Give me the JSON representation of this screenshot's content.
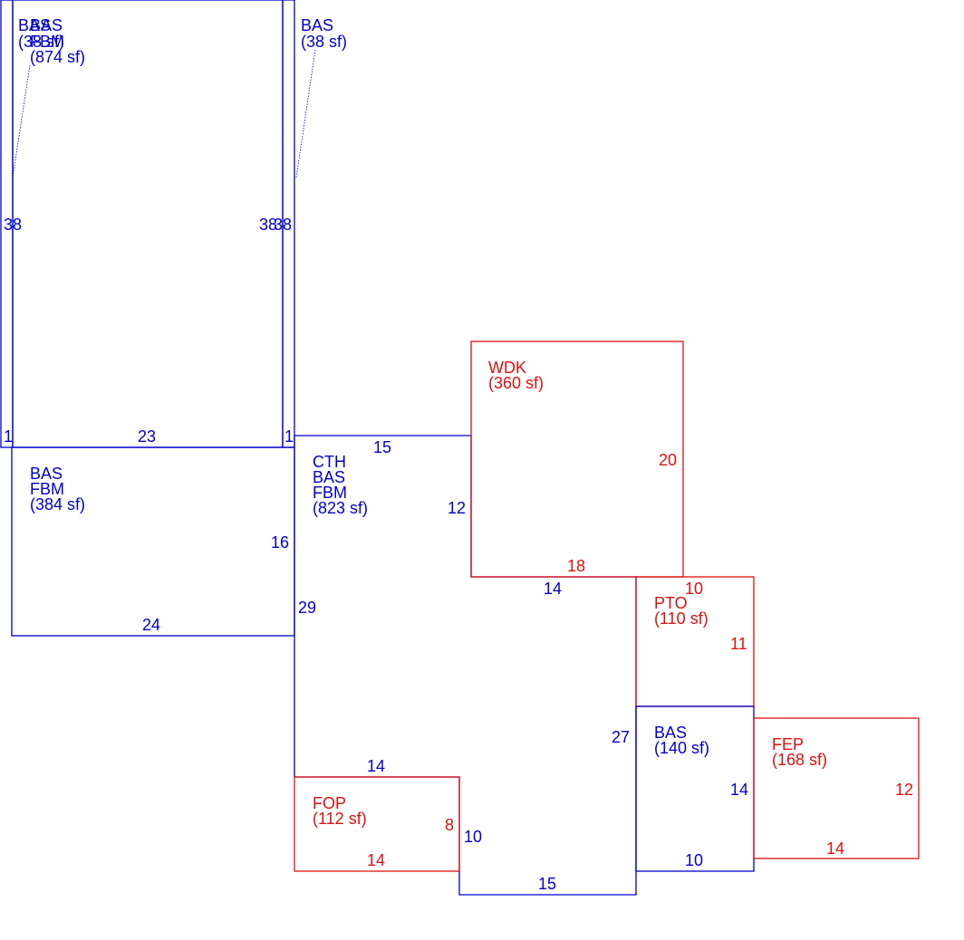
{
  "colors": {
    "living": "#0000cc",
    "exterior": "#e01010"
  },
  "areas": {
    "bas_fbm_874": {
      "code1": "BAS",
      "code2": "FBM",
      "area": "(874 sf)"
    },
    "bas_38_left": {
      "code": "BAS",
      "area": "(38 sf)"
    },
    "bas_38_right": {
      "code": "BAS",
      "area": "(38 sf)"
    },
    "bas_fbm_384": {
      "code1": "BAS",
      "code2": "FBM",
      "area": "(384 sf)"
    },
    "cth_bas_fbm_823": {
      "code1": "CTH",
      "code2": "BAS",
      "code3": "FBM",
      "area": "(823 sf)"
    },
    "wdk": {
      "code": "WDK",
      "area": "(360 sf)"
    },
    "pto": {
      "code": "PTO",
      "area": "(110 sf)"
    },
    "bas_140": {
      "code": "BAS",
      "area": "(140 sf)"
    },
    "fep": {
      "code": "FEP",
      "area": "(168 sf)"
    },
    "fop": {
      "code": "FOP",
      "area": "(112 sf)"
    }
  },
  "dimensions": {
    "d38_left": "38",
    "d38_mid": "38",
    "d38_right": "38",
    "d1_left": "1",
    "d23": "23",
    "d1_right": "1",
    "d15_top": "15",
    "d12": "12",
    "d16": "16",
    "d24": "24",
    "d29": "29",
    "d20": "20",
    "d18": "18",
    "d14_wdk": "14",
    "d10_pto": "10",
    "d11": "11",
    "d27": "27",
    "d14_bas": "14",
    "d10_bas": "10",
    "d12_fep": "12",
    "d14_fep": "14",
    "d14_fop_top": "14",
    "d8": "8",
    "d10_fop": "10",
    "d14_fop_bottom": "14",
    "d15_bottom": "15"
  }
}
